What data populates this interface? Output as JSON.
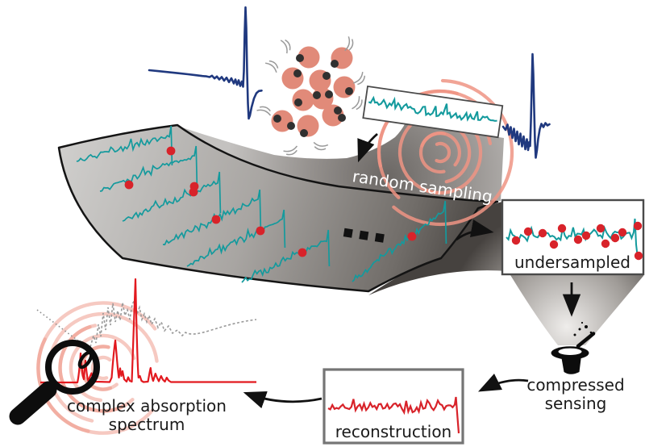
{
  "figure": {
    "labels": {
      "random_sampling": "random sampling",
      "undersampled": "undersampled",
      "compressed_line1": "compressed",
      "compressed_line2": "sensing",
      "reconstruction": "reconstruction",
      "spectrum_line1": "complex absorption",
      "spectrum_line2": "spectrum"
    },
    "icons": {
      "magnifier": "magnifier-icon",
      "magician_hat": "magician-hat-icon",
      "magic_wand": "magic-wand-icon",
      "fingerprint_top": "fingerprint-icon",
      "fingerprint_bottom": "fingerprint-icon",
      "molecules": "molecule-cluster",
      "ellipsis": "ellipsis-dots"
    },
    "colors": {
      "navy": "#20397f",
      "teal": "#149a9d",
      "sample_red": "#d8232a",
      "spectrum_red": "#e2191f",
      "molecule_salmon": "#e18a79",
      "molecule_dot": "#303030",
      "fingerprint_salmon": "#ee9484",
      "label_dark": "#1a1a1a",
      "label_light": "#ffffff",
      "gray_reference": "#979797",
      "sheet_light": "#cbcac8",
      "sheet_dark": "#47433f"
    }
  }
}
